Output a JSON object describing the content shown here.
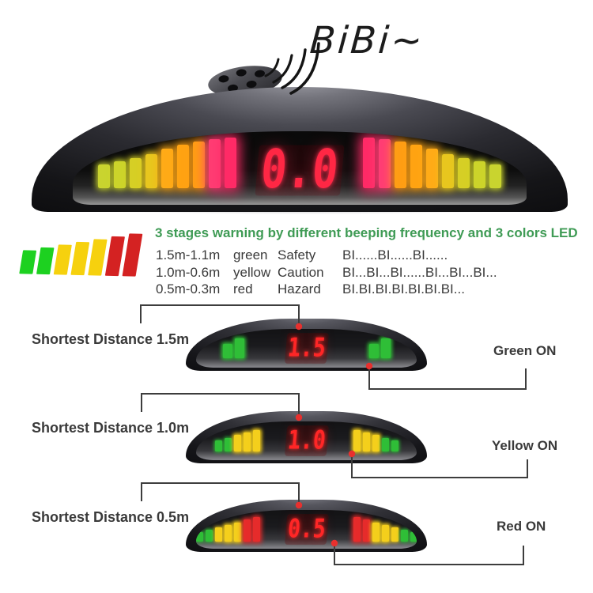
{
  "sound": {
    "label": "BiBi~"
  },
  "intro": {
    "heading": "3 stages warning by different beeping frequency and 3 colors LED",
    "heading_color": "#3f9b55"
  },
  "spec_table": {
    "rows": [
      {
        "range": "1.5m-1.1m",
        "color": "green",
        "level": "Safety",
        "beep": "BI......BI......BI......"
      },
      {
        "range": "1.0m-0.6m",
        "color": "yellow",
        "level": "Caution",
        "beep": "BI...BI...BI......BI...BI...BI..."
      },
      {
        "range": "0.5m-0.3m",
        "color": "red",
        "level": "Hazard",
        "beep": "BI.BI.BI.BI.BI.BI.BI..."
      }
    ]
  },
  "led_colors": {
    "green": "#2fbe37",
    "yellow": "#f4cf1c",
    "red": "#e62b2b",
    "digit_red": "#ff2744"
  },
  "main_display": {
    "digits": "0.0",
    "bars_left": [
      {
        "c": "#c9d42f",
        "h": 30,
        "g": 8
      },
      {
        "c": "#ccd42a",
        "h": 34,
        "g": 8
      },
      {
        "c": "#d6cf25",
        "h": 38,
        "g": 8
      },
      {
        "c": "#e8c61e",
        "h": 43,
        "g": 9
      },
      {
        "c": "#ffab17",
        "h": 50,
        "g": 11
      },
      {
        "c": "#ffa312",
        "h": 55,
        "g": 11
      },
      {
        "c": "#ff9d14",
        "h": 59,
        "g": 12
      },
      {
        "c": "#ff3d74",
        "h": 62,
        "g": 14
      },
      {
        "c": "#ff2a66",
        "h": 64,
        "g": 16
      }
    ],
    "bars_right": [
      {
        "c": "#ff2a66",
        "h": 64,
        "g": 16
      },
      {
        "c": "#ff3d74",
        "h": 62,
        "g": 14
      },
      {
        "c": "#ff9d14",
        "h": 59,
        "g": 12
      },
      {
        "c": "#ffa312",
        "h": 55,
        "g": 11
      },
      {
        "c": "#ffab17",
        "h": 50,
        "g": 11
      },
      {
        "c": "#e8c61e",
        "h": 43,
        "g": 9
      },
      {
        "c": "#d6cf25",
        "h": 38,
        "g": 8
      },
      {
        "c": "#ccd42a",
        "h": 34,
        "g": 8
      },
      {
        "c": "#c9d42f",
        "h": 30,
        "g": 8
      }
    ]
  },
  "legend_bars": [
    {
      "c": "#1dd120",
      "h": 30,
      "g": 0
    },
    {
      "c": "#1dd120",
      "h": 34,
      "g": 0
    },
    {
      "c": "#f6d10e",
      "h": 38,
      "g": 0
    },
    {
      "c": "#f6d10e",
      "h": 42,
      "g": 0
    },
    {
      "c": "#f6d10e",
      "h": 46,
      "g": 0
    },
    {
      "c": "#d42222",
      "h": 50,
      "g": 0
    },
    {
      "c": "#d42222",
      "h": 54,
      "g": 0
    }
  ],
  "rows": [
    {
      "label": "Shortest Distance 1.5m",
      "digits": "1.5",
      "status": "Green ON",
      "bars_left": [
        {
          "c": "#2fbe37",
          "h": 18,
          "g": 5
        },
        {
          "c": "#2fbe37",
          "h": 25,
          "g": 5
        }
      ],
      "bars_right": [
        {
          "c": "#2fbe37",
          "h": 18,
          "g": 5
        },
        {
          "c": "#2fbe37",
          "h": 25,
          "g": 5
        }
      ]
    },
    {
      "label": "Shortest Distance 1.0m",
      "digits": "1.0",
      "status": "Yellow ON",
      "bars_left": [
        {
          "c": "#2fbe37",
          "h": 14,
          "g": 4
        },
        {
          "c": "#2fbe37",
          "h": 17,
          "g": 4
        },
        {
          "c": "#f4cf1c",
          "h": 21,
          "g": 5
        },
        {
          "c": "#f4cf1c",
          "h": 24,
          "g": 5
        },
        {
          "c": "#f4cf1c",
          "h": 27,
          "g": 5
        }
      ],
      "bars_right": [
        {
          "c": "#f4cf1c",
          "h": 27,
          "g": 5
        },
        {
          "c": "#f4cf1c",
          "h": 24,
          "g": 5
        },
        {
          "c": "#f4cf1c",
          "h": 21,
          "g": 5
        },
        {
          "c": "#2fbe37",
          "h": 17,
          "g": 4
        },
        {
          "c": "#2fbe37",
          "h": 14,
          "g": 4
        }
      ]
    },
    {
      "label": "Shortest Distance 0.5m",
      "digits": "0.5",
      "status": "Red ON",
      "bars_left": [
        {
          "c": "#2fbe37",
          "h": 12,
          "g": 4
        },
        {
          "c": "#2fbe37",
          "h": 15,
          "g": 4
        },
        {
          "c": "#f4cf1c",
          "h": 18,
          "g": 4
        },
        {
          "c": "#f4cf1c",
          "h": 21,
          "g": 5
        },
        {
          "c": "#f4cf1c",
          "h": 24,
          "g": 5
        },
        {
          "c": "#e62b2b",
          "h": 28,
          "g": 6
        },
        {
          "c": "#e62b2b",
          "h": 31,
          "g": 6
        }
      ],
      "bars_right": [
        {
          "c": "#e62b2b",
          "h": 31,
          "g": 6
        },
        {
          "c": "#e62b2b",
          "h": 28,
          "g": 6
        },
        {
          "c": "#f4cf1c",
          "h": 24,
          "g": 5
        },
        {
          "c": "#f4cf1c",
          "h": 21,
          "g": 5
        },
        {
          "c": "#f4cf1c",
          "h": 18,
          "g": 4
        },
        {
          "c": "#2fbe37",
          "h": 15,
          "g": 4
        },
        {
          "c": "#2fbe37",
          "h": 12,
          "g": 4
        }
      ]
    }
  ]
}
